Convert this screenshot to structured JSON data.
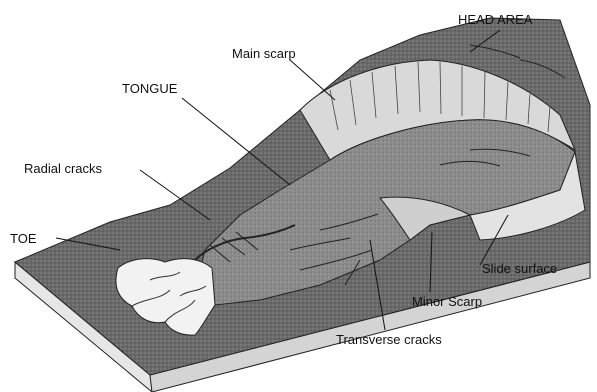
{
  "labels": {
    "head_area": "HEAD AREA",
    "main_scarp": "Main scarp",
    "tongue": "TONGUE",
    "radial_cracks": "Radial cracks",
    "toe": "TOE",
    "slide_surface": "Slide surface",
    "minor_scarp": "Minor Scarp",
    "transverse_cracks": "Transverse cracks"
  },
  "colors": {
    "terrain_dark": "#5e5e5e",
    "terrain_mid": "#7a7a7a",
    "slide_body": "#6b6b6b",
    "scarp_face": "#d9d9d9",
    "block_side": "#e4e4e4",
    "ink": "#111111"
  }
}
